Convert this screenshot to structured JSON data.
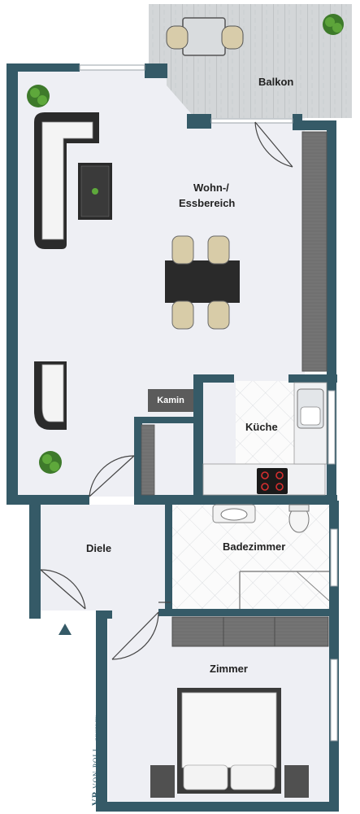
{
  "rooms": {
    "balkon": "Balkon",
    "wohn_line1": "Wohn-/",
    "wohn_line2": "Essbereich",
    "kamin": "Kamin",
    "kueche": "Küche",
    "diele": "Diele",
    "bad": "Badezimmer",
    "zimmer": "Zimmer"
  },
  "watermark": {
    "logo": "VP",
    "brand": "VON POLL",
    "sub": "IMMOBILIEN"
  },
  "colors": {
    "wall": "#355a67",
    "floor": "#eeeff4",
    "tile": "#ffffff",
    "balcony": "#cdd0d2",
    "cabinet": "#6a6a6a"
  },
  "icons": {
    "entrance": "north-arrow-icon",
    "plant": "plant-icon"
  }
}
